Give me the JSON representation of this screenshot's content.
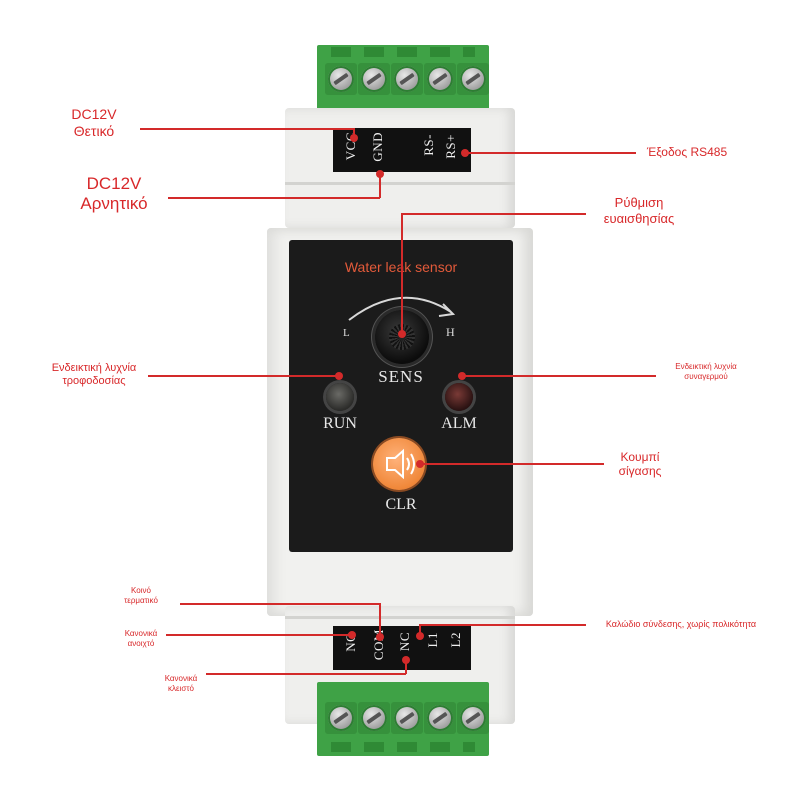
{
  "device": {
    "panel_title": "Water leak sensor",
    "sens_label": "SENS",
    "knob_low": "L",
    "knob_high": "H",
    "run_label": "RUN",
    "alm_label": "ALM",
    "clr_label": "CLR",
    "top_terminals": [
      "VCC",
      "GND",
      "RS-",
      "RS+"
    ],
    "bottom_terminals": [
      "NO",
      "COM",
      "NC",
      "L1",
      "L2"
    ]
  },
  "callouts": {
    "dc12v_positive": [
      "DC12V",
      "Θετικό"
    ],
    "dc12v_negative": [
      "DC12V",
      "Αρνητικό"
    ],
    "rs485_output": "Έξοδος RS485",
    "sensitivity": [
      "Ρύθμιση",
      "ευαισθησίας"
    ],
    "power_led": [
      "Ενδεικτική λυχνία",
      "τροφοδοσίας"
    ],
    "alarm_led": [
      "Ενδεικτική λυχνία",
      "συναγερμού"
    ],
    "mute_button": [
      "Κουμπί",
      "σίγασης"
    ],
    "common_terminal": [
      "Κοινό",
      "τερματικό"
    ],
    "normally_open": [
      "Κανονικά",
      "ανοιχτό"
    ],
    "normally_closed": [
      "Κανονικά",
      "κλειστό"
    ],
    "wire": "Καλώδιο σύνδεσης, χωρίς πολικότητα"
  },
  "colors": {
    "callout_red": "#d8282a",
    "terminal_green": "#3fa246",
    "panel_black": "#1b1b1b",
    "clr_button_orange": "#f0883a"
  }
}
